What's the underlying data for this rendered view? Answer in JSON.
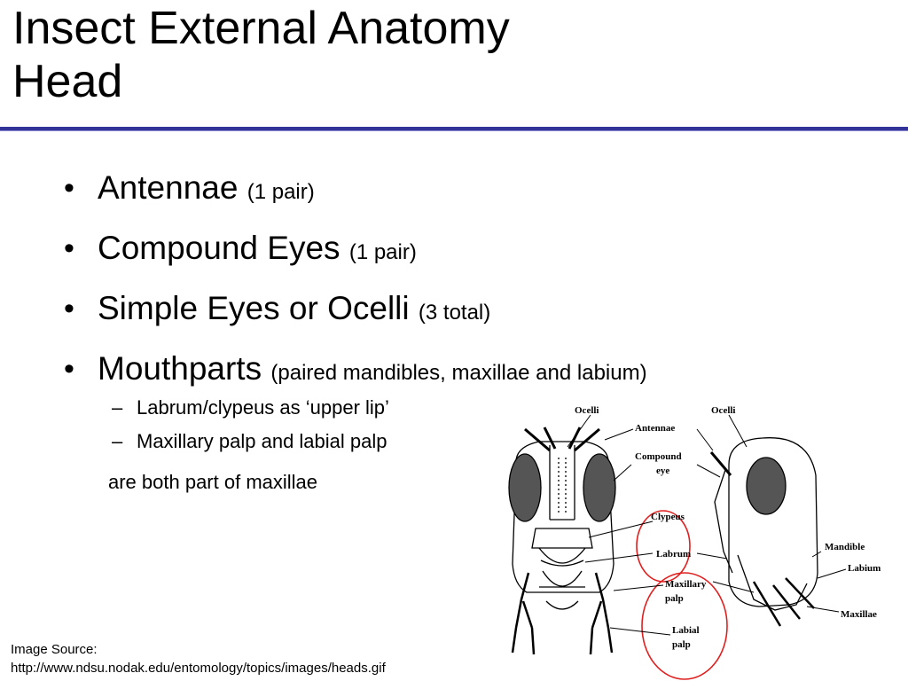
{
  "slide": {
    "title_line1": "Insect External Anatomy",
    "title_line2": "Head"
  },
  "bullets": [
    {
      "main": "Antennae",
      "sub": "(1 pair)"
    },
    {
      "main": "Compound Eyes",
      "sub": "(1 pair)"
    },
    {
      "main": "Simple Eyes or Ocelli",
      "sub": "(3 total)"
    },
    {
      "main": "Mouthparts",
      "sub": "(paired mandibles, maxillae and labium)"
    }
  ],
  "subbullets": [
    "Labrum/clypeus as ‘upper lip’",
    "Maxillary palp and labial palp"
  ],
  "subbullet_continuation": "are both part of maxillae",
  "source": {
    "label": "Image Source:",
    "url": "http://www.ndsu.nodak.edu/entomology/topics/images/heads.gif"
  },
  "figure": {
    "labels": {
      "ocelli_left": "Ocelli",
      "ocelli_right": "Ocelli",
      "antennae": "Antennae",
      "compound_1": "Compound",
      "compound_2": "eye",
      "clypeus": "Clypeus",
      "labrum": "Labrum",
      "maxillary_1": "Maxillary",
      "maxillary_2": "palp",
      "labial_1": "Labial",
      "labial_2": "palp",
      "mandible": "Mandible",
      "labium": "Labium",
      "maxillae": "Maxillae"
    },
    "highlight_color": "#e02020"
  }
}
